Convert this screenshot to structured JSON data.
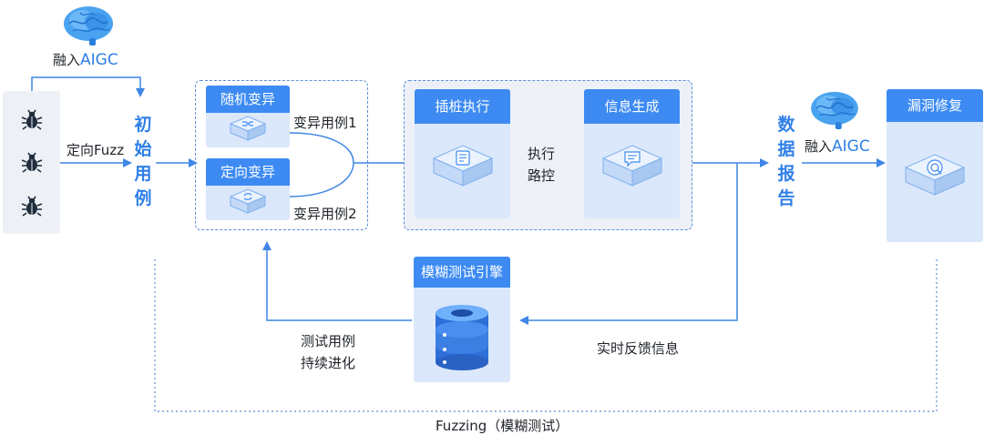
{
  "labels": {
    "fuse_aigc_prefix": "融入",
    "fuse_aigc_suffix": "AIGC",
    "directed_fuzz": "定向Fuzz",
    "initial_cases": "初始用例",
    "random_mutation": "随机变异",
    "directed_mutation": "定向变异",
    "mutation_case_1": "变异用例1",
    "mutation_case_2": "变异用例2",
    "instrumented_exec": "插桩执行",
    "exec_path_control": "执行路控",
    "info_generation": "信息生成",
    "data_report": "数据报告",
    "fuse_aigc2_prefix": "融入",
    "fuse_aigc2_suffix": "AIGC",
    "vuln_fix": "漏洞修复",
    "fuzz_engine": "模糊测试引擎",
    "cases_evolve_line1": "测试用例",
    "cases_evolve_line2": "持续进化",
    "realtime_feedback": "实时反馈信息",
    "fuzzing_caption": "Fuzzing（模糊测试）"
  },
  "icons": {
    "bug": "bug-icon",
    "brain": "brain-icon",
    "shuffle": "shuffle-icon",
    "refresh": "refresh-icon",
    "document": "document-icon",
    "chat": "chat-icon",
    "shield": "shield-icon",
    "database": "database-icon"
  },
  "colors": {
    "accent": "#2f7fe8",
    "card_header": "#3d8bf2",
    "card_body": "#dbe8fb",
    "panel": "#edf0f5",
    "arrow": "#3f86e6"
  }
}
